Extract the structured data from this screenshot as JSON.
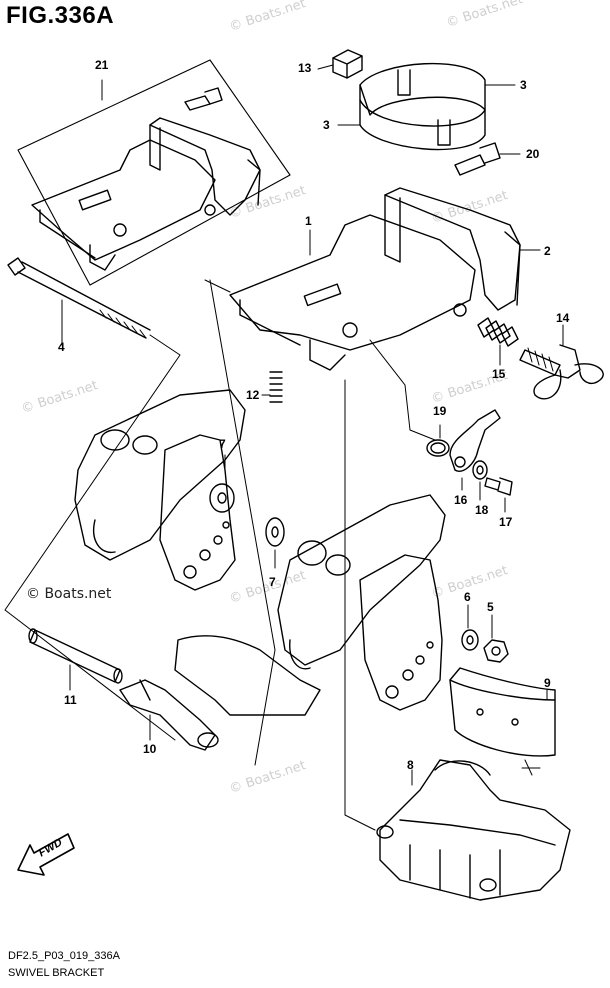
{
  "figure": {
    "title": "FIG.336A",
    "code": "DF2.5_P03_019_336A",
    "name": "SWIVEL BRACKET",
    "fwd_label": "FWD"
  },
  "watermarks": [
    "© Boats.net",
    "© Boats.net",
    "© Boats.net",
    "© Boats.net",
    "© Boats.net",
    "© Boats.net",
    "© Boats.net",
    "© Boats.net",
    "© Boats.net"
  ],
  "watermark_main": "© Boats.net",
  "callouts": [
    "21",
    "13",
    "3",
    "3",
    "20",
    "1",
    "2",
    "4",
    "14",
    "15",
    "12",
    "19",
    "7",
    "16",
    "18",
    "17",
    "7",
    "6",
    "5",
    "11",
    "9",
    "10",
    "8"
  ]
}
